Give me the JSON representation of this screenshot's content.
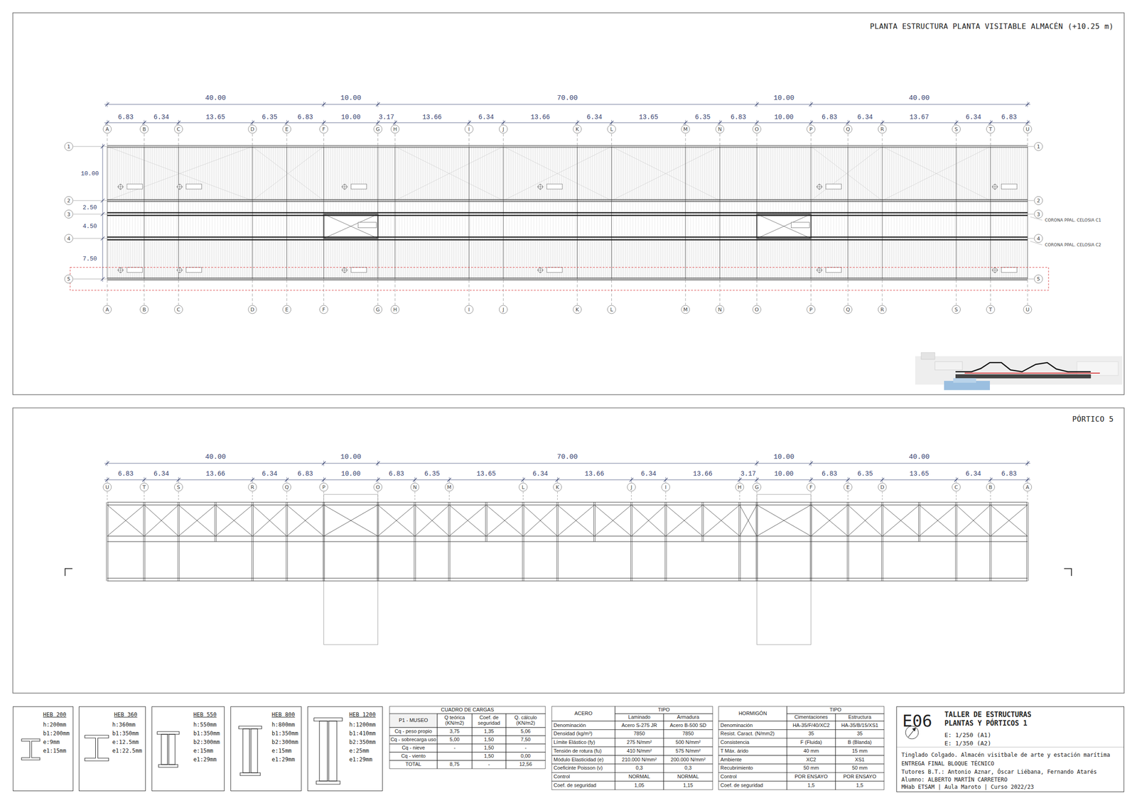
{
  "diagram": {
    "nodes": [
      {
        "text": [
          "HEB 200",
          "h:200mm",
          "b1:200mm",
          "e:9mm",
          "e1:15mm"
        ]
      },
      {
        "text": [
          "HEB 360",
          "h:360mm",
          "b1:350mm",
          "e:12.5mm",
          "e1:22.5mm"
        ]
      },
      {
        "text": [
          "HEB 550",
          "h:550mm",
          "b1:350mm",
          "b2:300mm",
          "e:15mm",
          "e1:29mm"
        ]
      },
      {
        "text": [
          "HEB 800",
          "h:800mm",
          "b1:350mm",
          "b2:300mm",
          "e:15mm",
          "e1:29mm"
        ]
      },
      {
        "text": [
          "HEB 1200",
          "h:1200mm",
          "b1:410mm",
          "b2:350mm",
          "e:25mm",
          "e1:29mm"
        ]
      },
      {
        "text": [
          "E06",
          "TALLER DE ESTRUCTURAS PLANTAS Y PÓRTICOS 1",
          "E: 1/250 (A1)",
          "E: 1/350 (A2)",
          "Tinglado Colgado. Almacén visitbale de arte y estación marítima",
          "ENTREGA FINAL BLOQUE TÉCNICO",
          "Tutores B.T.: Antonio Aznar, Óscar Liébana, Fernando Atarés",
          "Alumno: ALBERTO MARTÍN CARRETERO",
          "MHab ETSAM | Aula Maroto | Curso 2022/23"
        ]
      }
    ],
    "labels": [
      "PLANTA ESTRUCTURA PLANTA VISITABLE ALMACÉN (+10.25 m)",
      "40.00",
      "10.00",
      "70.00",
      "10.00",
      "40.00",
      "6.83",
      "6.34",
      "13.65",
      "6.35",
      "6.83",
      "10.00",
      "3.17",
      "13.66",
      "6.34",
      "13.66",
      "6.34",
      "13.65",
      "6.35",
      "6.83",
      "10.00",
      "6.83",
      "6.34",
      "13.67",
      "6.34",
      "6.83",
      "A",
      "B",
      "C",
      "D",
      "E",
      "F",
      "G",
      "H",
      "I",
      "J",
      "K",
      "L",
      "M",
      "N",
      "O",
      "P",
      "Q",
      "R",
      "S",
      "T",
      "U",
      "A",
      "B",
      "C",
      "D",
      "E",
      "F",
      "G",
      "H",
      "I",
      "J",
      "K",
      "L",
      "M",
      "N",
      "O",
      "P",
      "Q",
      "R",
      "S",
      "T",
      "U",
      "1",
      "2",
      "3",
      "4",
      "5",
      "1",
      "2",
      "3",
      "4",
      "5",
      "10.00",
      "2.50",
      "4.50",
      "7.50",
      "CORONA PPAL. CELOSIA C1",
      "CORONA PPAL. CELOSIA C2",
      "PÓRTICO 5",
      "40.00",
      "10.00",
      "70.00",
      "10.00",
      "40.00",
      "6.83",
      "6.34",
      "13.66",
      "6.34",
      "6.83",
      "10.00",
      "6.83",
      "6.35",
      "13.65",
      "6.34",
      "13.66",
      "6.34",
      "13.66",
      "3.17",
      "10.00",
      "6.83",
      "6.35",
      "13.65",
      "6.34",
      "6.83",
      "U",
      "T",
      "S",
      "R",
      "Q",
      "P",
      "O",
      "N",
      "M",
      "L",
      "K",
      "J",
      "I",
      "H",
      "G",
      "F",
      "E",
      "D",
      "C",
      "B",
      "A",
      "CUADRO DE CARGAS",
      "P1 - MUSEO",
      "Q teórica (KN/m2)",
      "Coef. de seguridad",
      "Q. cálculo (KN/m2)",
      "Cq - peso propio",
      "3,75",
      "1,35",
      "5,06",
      "Cq - sobrecarga uso",
      "5,00",
      "1,50",
      "7,50",
      "Cq - nieve",
      "-",
      "1,50",
      "-",
      "Cq - viento",
      "1,50",
      "0,00",
      "TOTAL",
      "8,75",
      "-",
      "12,56",
      "ACERO",
      "TIPO",
      "Laminado",
      "Armadura",
      "Denominación",
      "Acero S-275 JR",
      "Acero B-500 SD",
      "Densidad (kg/m³)",
      "7850",
      "7850",
      "Límite Elástico (fy)",
      "275 N/mm²",
      "500 N/mm²",
      "Tensión de rotura (fu)",
      "410 N/mm²",
      "575 N/mm²",
      "Módulo Elasticidad (e)",
      "210.000 N/mm²",
      "200.000 N/mm²",
      "Coeficinte Poisson (ν)",
      "0,3",
      "0,3",
      "Control",
      "NORMAL",
      "NORMAL",
      "Coef. de seguridad",
      "1,05",
      "1,15",
      "HORMIGÓN",
      "TIPO",
      "Cimentaciones",
      "Estructura",
      "Denominación",
      "HA-35/F/40/XC2",
      "HA-35/B/15/XS1",
      "Resist. Caract. (N/mm2)",
      "35",
      "35",
      "Consistencia",
      "F (Fluida)",
      "B (Blanda)",
      "T Máx. árido",
      "40 mm",
      "15 mm",
      "Ambiente",
      "XC2",
      "XS1",
      "Recubrimiento",
      "50 mm",
      "50 mm",
      "Control",
      "POR ENSAYO",
      "POR ENSAYO",
      "Coef. de seguridad",
      "1,5",
      "1,5"
    ]
  }
}
